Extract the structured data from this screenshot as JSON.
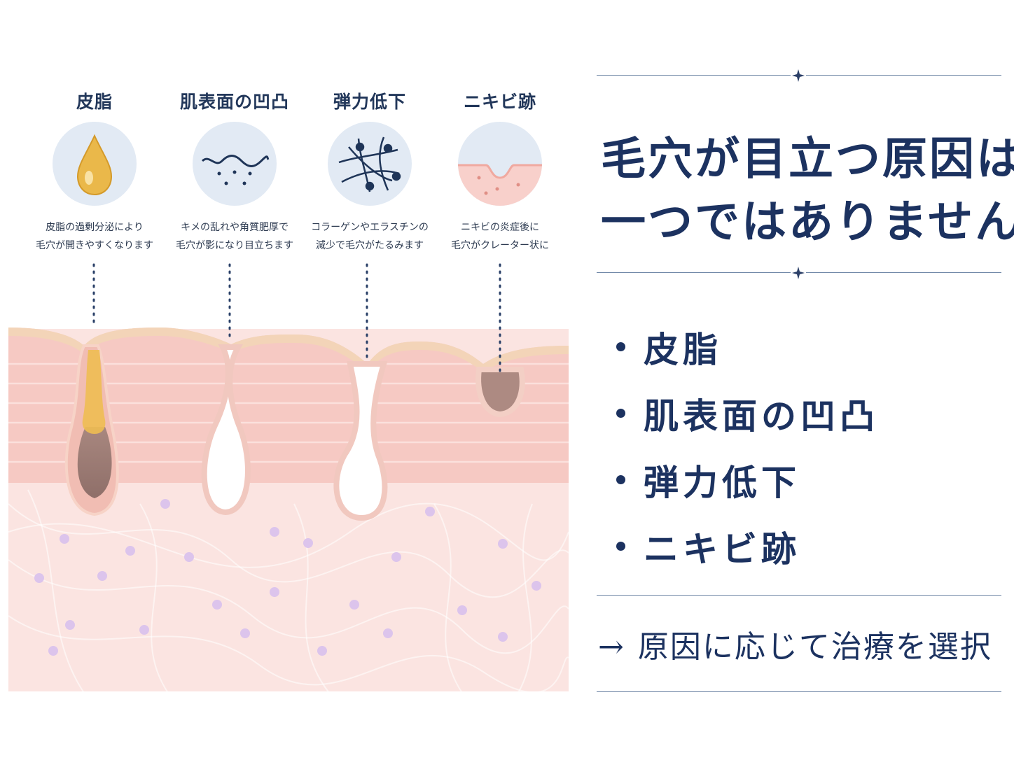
{
  "causes": [
    {
      "title": "皮脂",
      "desc": "皮脂の過剰分泌により\n毛穴が開きやすくなります",
      "icon": "oil-drop-icon"
    },
    {
      "title": "肌表面の凹凸",
      "desc": "キメの乱れや角質肥厚で\n毛穴が影になり目立ちます",
      "icon": "wavy-texture-icon"
    },
    {
      "title": "弾力低下",
      "desc": "コラーゲンやエラスチンの\n減少で毛穴がたるみます",
      "icon": "collagen-network-icon"
    },
    {
      "title": "ニキビ跡",
      "desc": "ニキビの炎症後に\n毛穴がクレーター状に",
      "icon": "crater-scar-icon"
    }
  ],
  "headline": {
    "line1": "毛穴が目立つ原因は",
    "line2": "一つではありません"
  },
  "bullets": [
    "皮脂",
    "肌表面の凹凸",
    "弾力低下",
    "ニキビ跡"
  ],
  "conclusion": {
    "arrow": "→",
    "text": "原因に応じて治療を選択"
  },
  "colors": {
    "navy": "#1c3260",
    "skin": "#f8d9d6",
    "icon_bg": "#e2eaf4",
    "oil": "#e9b94a"
  }
}
